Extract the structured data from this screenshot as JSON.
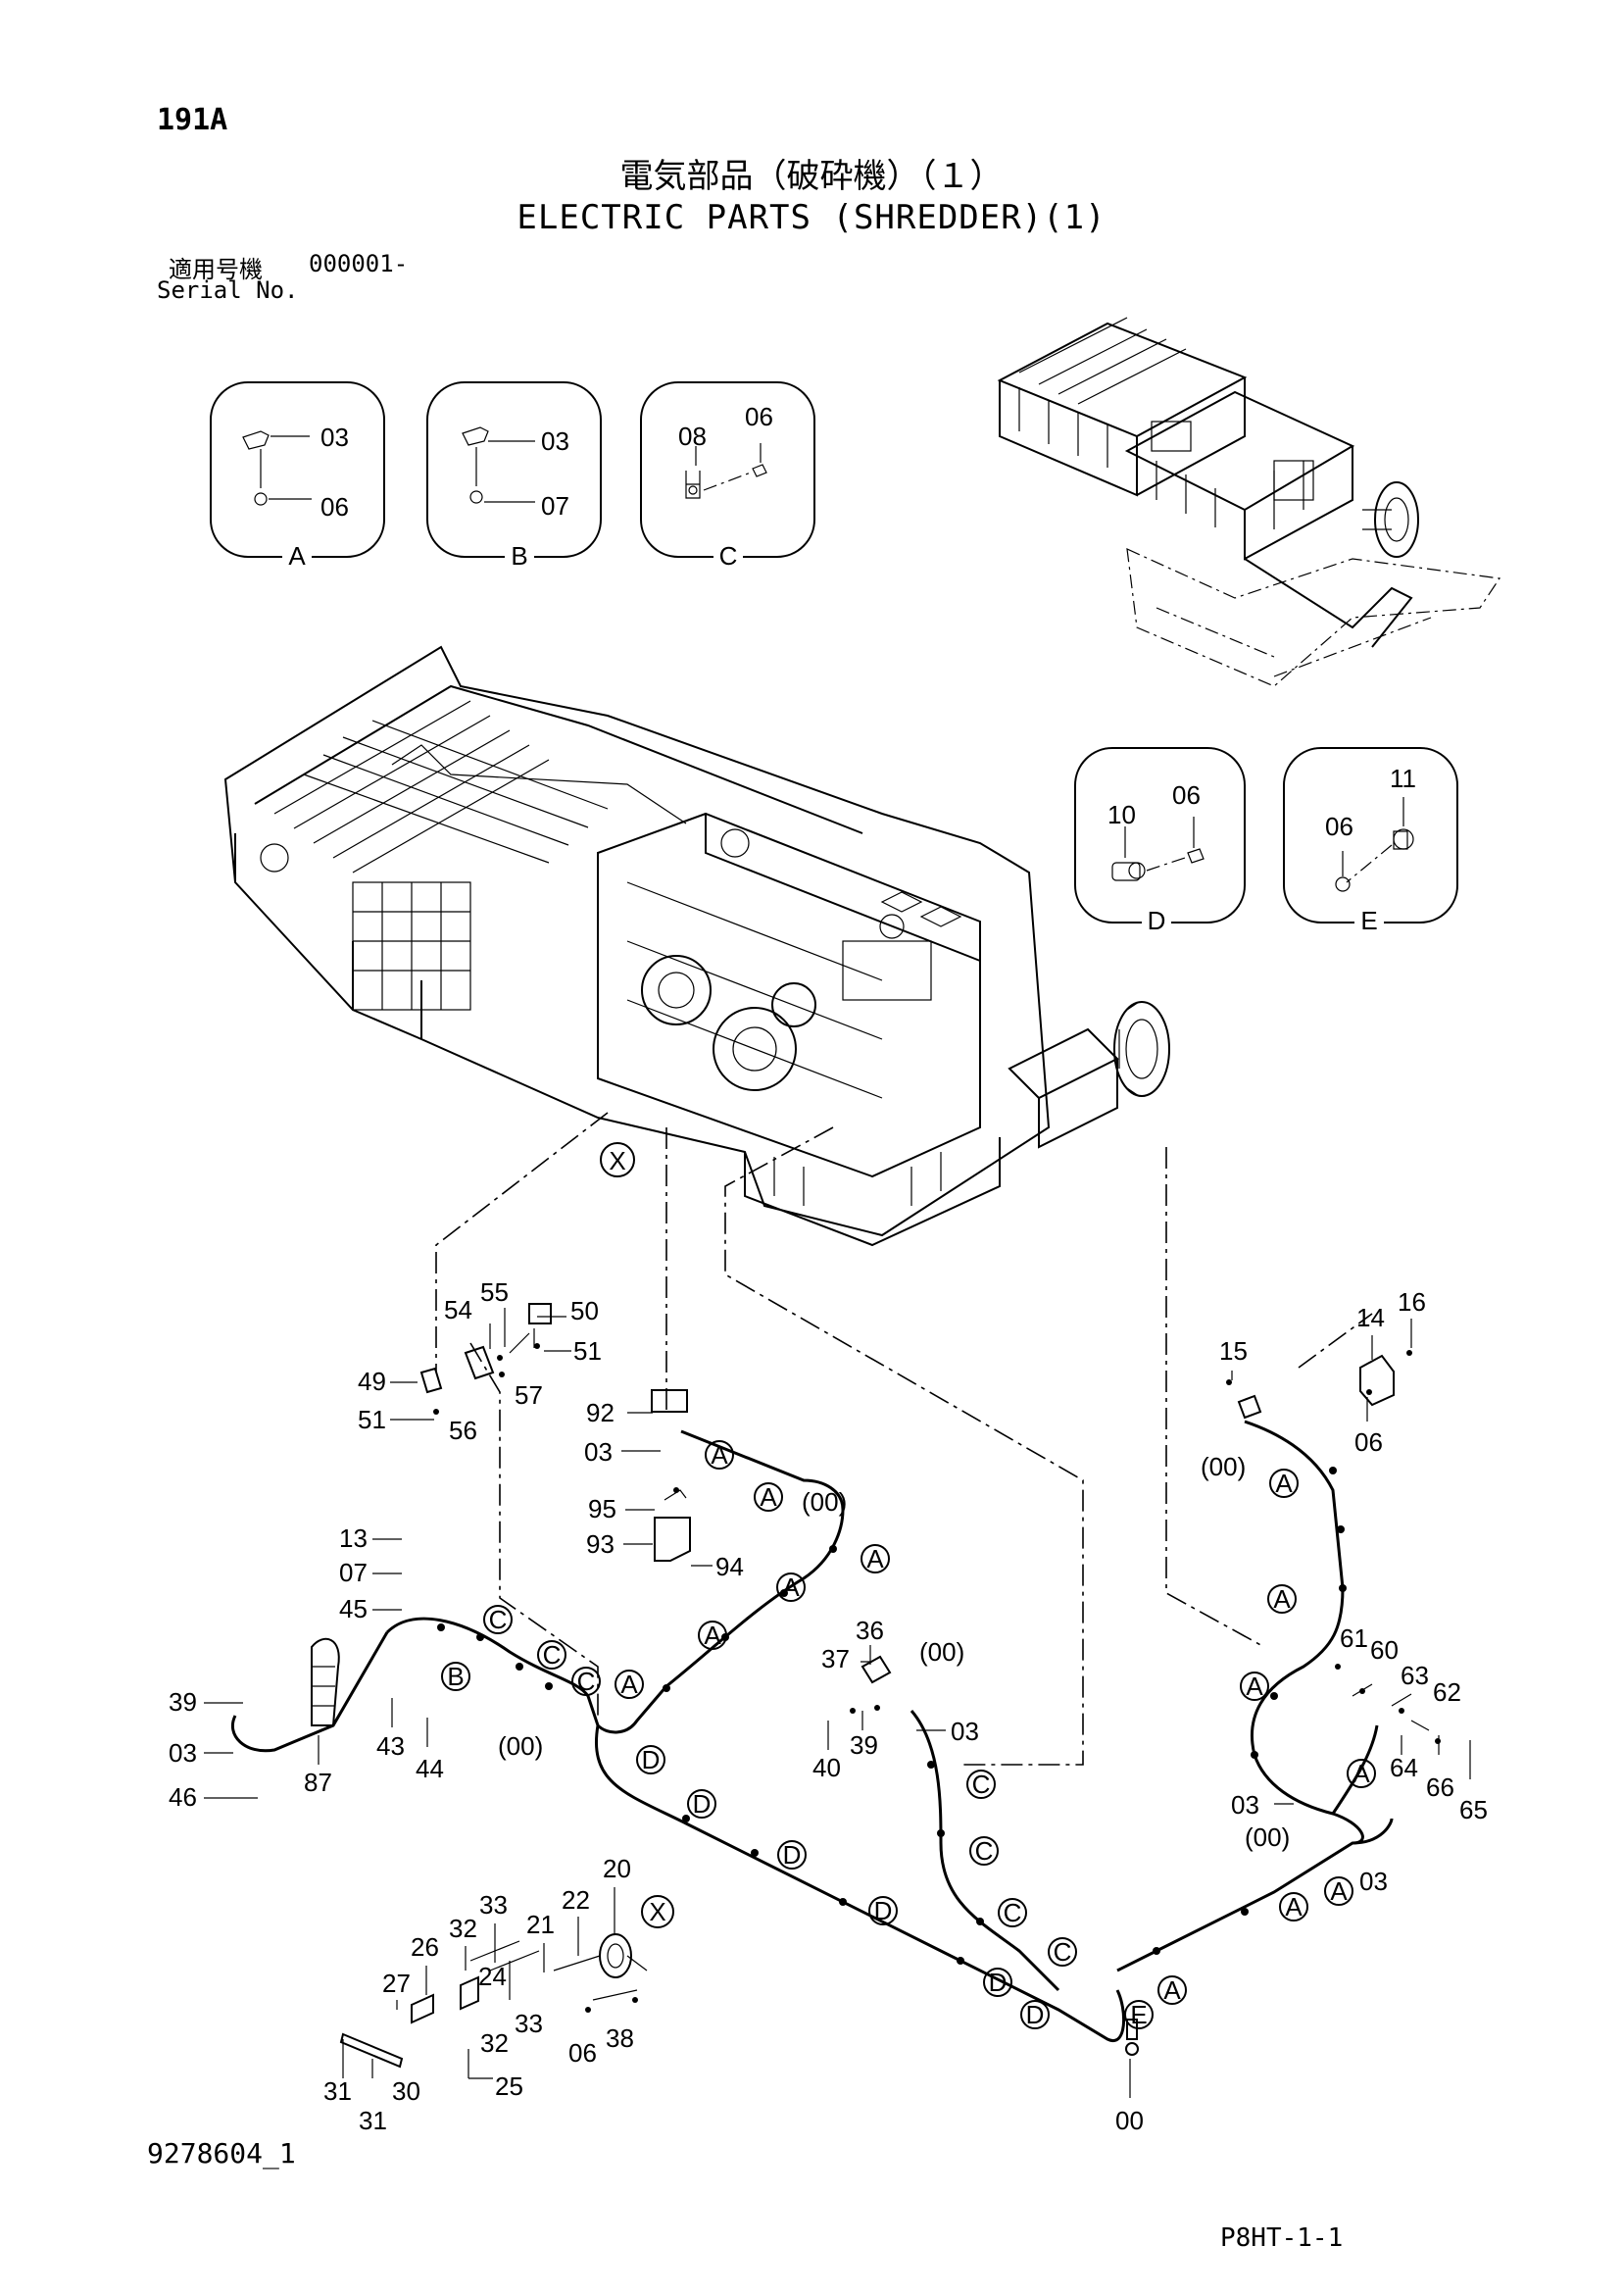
{
  "header": {
    "page_code": "191A",
    "title_jp": "電気部品（破砕機）（１）",
    "title_en": "ELECTRIC PARTS (SHREDDER)(1)",
    "serial_label_jp": "適用号機",
    "serial_value": "000001-",
    "serial_label_en": "Serial No."
  },
  "detail_views": [
    {
      "letter": "A",
      "parts": [
        "03",
        "06"
      ]
    },
    {
      "letter": "B",
      "parts": [
        "03",
        "07"
      ]
    },
    {
      "letter": "C",
      "parts": [
        "08",
        "06"
      ]
    },
    {
      "letter": "D",
      "parts": [
        "10",
        "06"
      ]
    },
    {
      "letter": "E",
      "parts": [
        "11",
        "06"
      ]
    }
  ],
  "view_marker": "X",
  "part_numbers": {
    "left_bracket": [
      "54",
      "55",
      "50",
      "51",
      "49",
      "57",
      "51",
      "56"
    ],
    "center_bracket": [
      "92",
      "03",
      "95",
      "93",
      "94"
    ],
    "left_group": [
      "13",
      "07",
      "45",
      "39",
      "03",
      "46",
      "87",
      "43",
      "44"
    ],
    "center_group": [
      "37",
      "36",
      "40",
      "39",
      "03"
    ],
    "right_group": [
      "15",
      "14",
      "16",
      "06",
      "61",
      "60",
      "63",
      "62",
      "64",
      "66",
      "65",
      "03",
      "03"
    ],
    "bottom_group": [
      "20",
      "22",
      "21",
      "33",
      "32",
      "26",
      "24",
      "27",
      "33",
      "32",
      "25",
      "31",
      "30",
      "31",
      "06",
      "38",
      "00"
    ],
    "harness_labels": [
      "(00)",
      "(00)",
      "(00)",
      "(00)",
      "(00)"
    ]
  },
  "footer": {
    "doc_number": "9278604_1",
    "page_ref": "P8HT-1-1"
  }
}
